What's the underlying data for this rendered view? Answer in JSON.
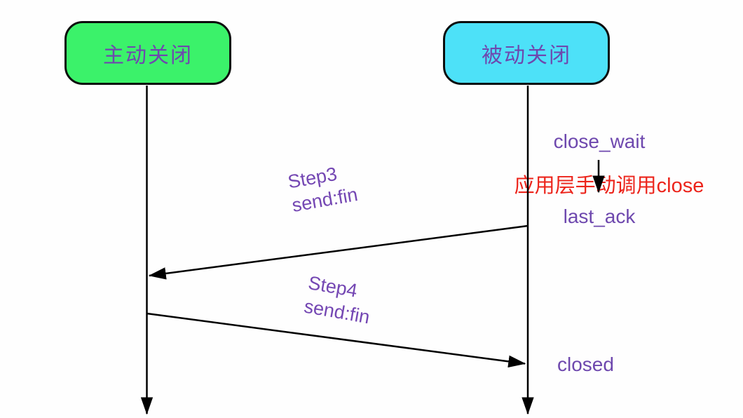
{
  "diagram": {
    "title_hint": "TCP four-way close sequence (steps 3-4)",
    "actors": [
      {
        "id": "active-closer",
        "label": "主动关闭"
      },
      {
        "id": "passive-closer",
        "label": "被动关闭"
      }
    ],
    "states": {
      "close_wait": "close_wait",
      "last_ack": "last_ack",
      "closed": "closed"
    },
    "annotations": {
      "red_note": "应用层手动调用close"
    },
    "messages": [
      {
        "id": "step3",
        "step": "Step3",
        "action": "send:fin",
        "from": "passive-closer",
        "to": "active-closer"
      },
      {
        "id": "step4",
        "step": "Step4",
        "action": "send:fin",
        "from": "active-closer",
        "to": "passive-closer"
      }
    ],
    "colors": {
      "active_box_fill": "#3bf26a",
      "passive_box_fill": "#4de1f8",
      "box_border": "#0d0d0d",
      "purple_text": "#6e48ae",
      "step_text": "#7447b3",
      "red_text": "#ec241b",
      "line": "#000000",
      "background": "#fefefe"
    }
  }
}
